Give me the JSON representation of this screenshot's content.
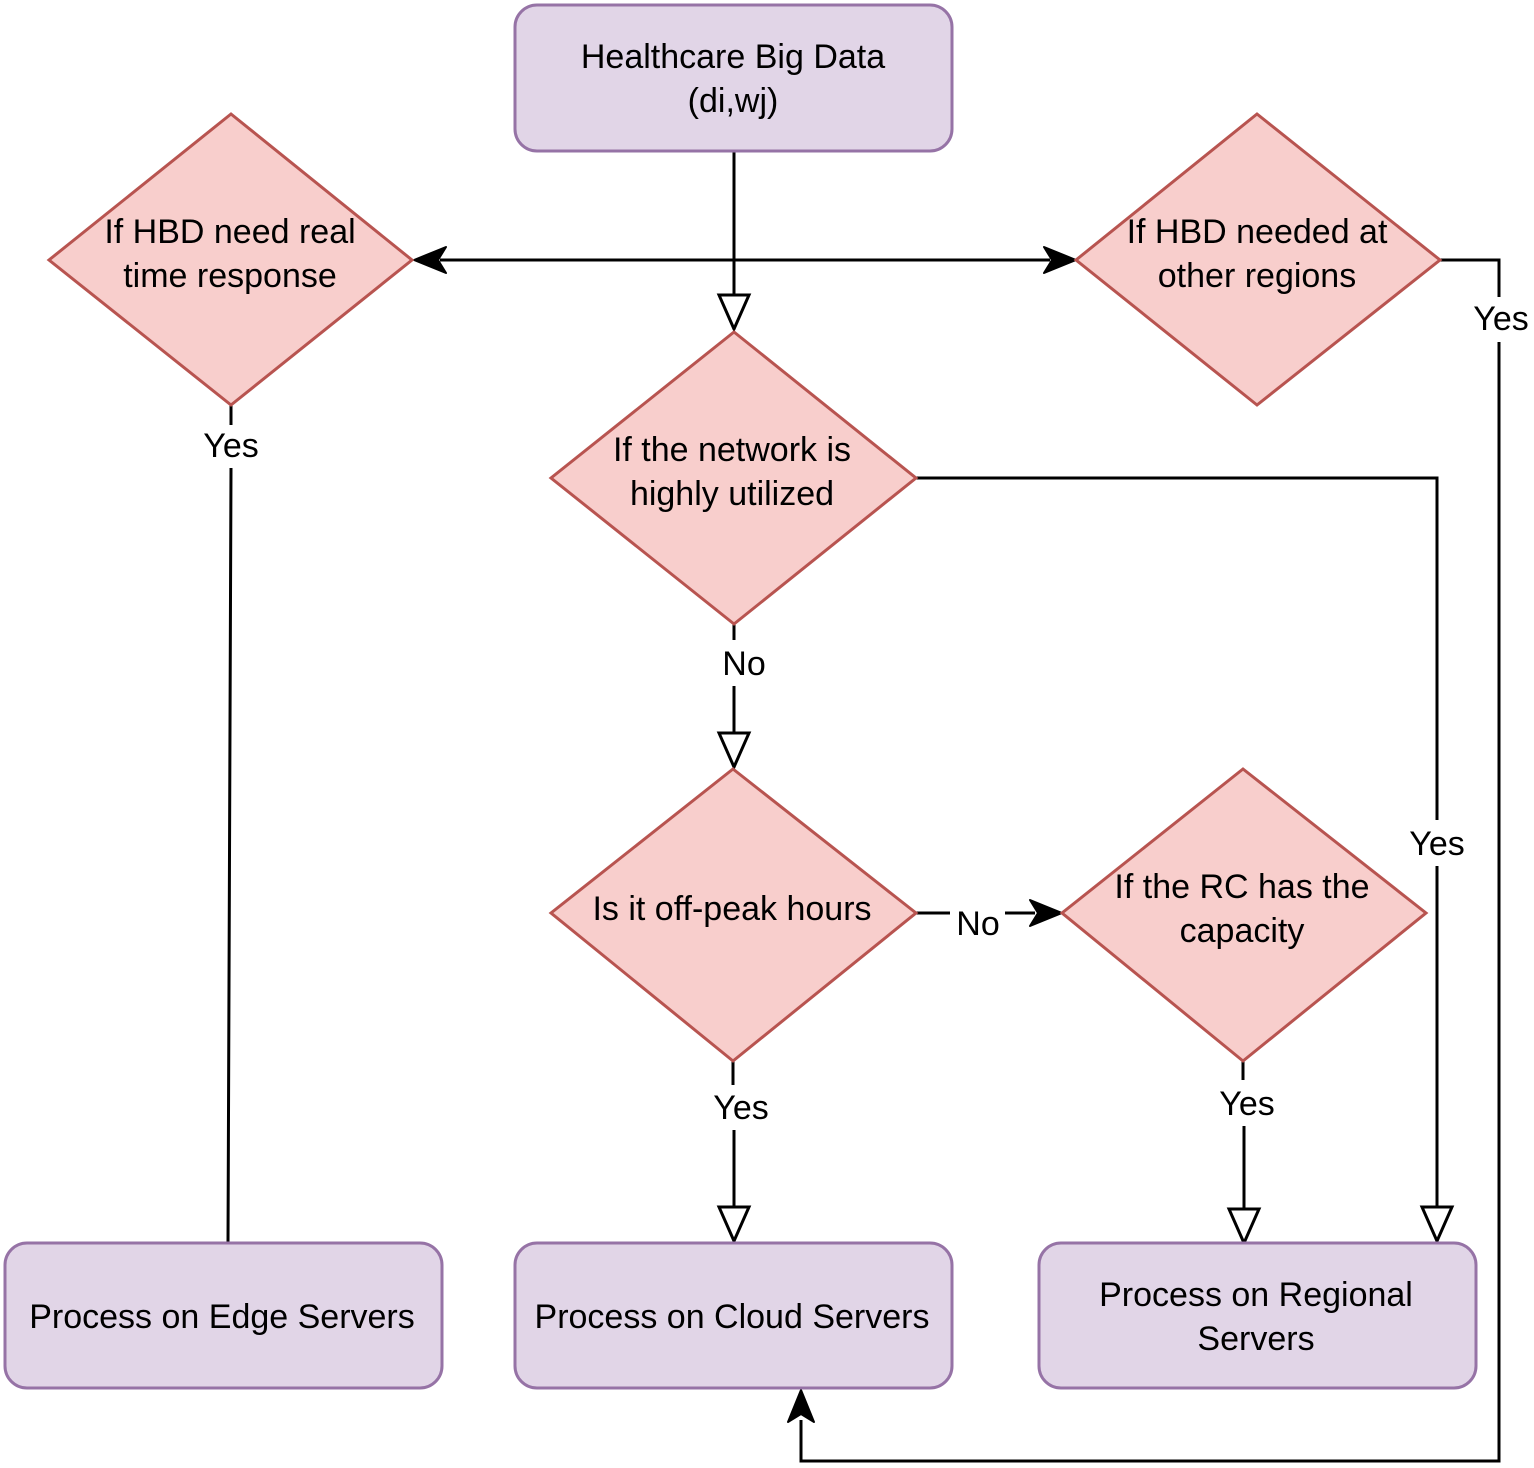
{
  "diagram": {
    "nodes": {
      "healthcare_big_data": {
        "lines": [
          "Healthcare Big Data",
          "(di,wj)"
        ]
      },
      "real_time_decision": {
        "lines": [
          "If HBD need real",
          "time response"
        ]
      },
      "other_regions_decision": {
        "lines": [
          "If HBD needed at",
          "other regions"
        ]
      },
      "network_utilized_decision": {
        "lines": [
          "If the network is",
          "highly utilized"
        ]
      },
      "off_peak_decision": {
        "lines": [
          "Is it off-peak hours"
        ]
      },
      "rc_capacity_decision": {
        "lines": [
          "If the RC has the",
          "capacity"
        ]
      },
      "edge_servers": {
        "lines": [
          "Process on Edge Servers"
        ]
      },
      "cloud_servers": {
        "lines": [
          "Process on Cloud Servers"
        ]
      },
      "regional_servers": {
        "lines": [
          "Process on Regional",
          "Servers"
        ]
      }
    },
    "edge_labels": {
      "real_time_yes": "Yes",
      "other_regions_yes": "Yes",
      "network_no": "No",
      "network_yes": "Yes",
      "off_peak_no": "No",
      "off_peak_yes": "Yes",
      "rc_capacity_yes": "Yes"
    }
  },
  "colors": {
    "process_fill": "#e1d5e7",
    "process_stroke": "#9673a6",
    "decision_fill": "#f8cecc",
    "decision_stroke": "#b85450",
    "connector": "#000000"
  }
}
